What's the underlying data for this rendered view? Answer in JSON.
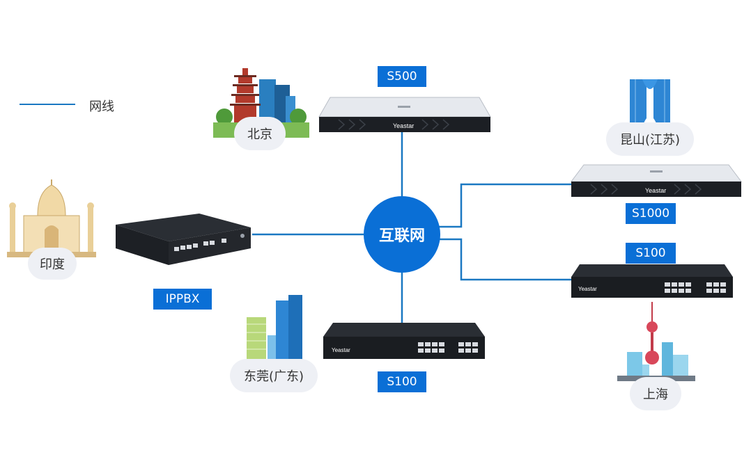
{
  "legend": {
    "label": "网线",
    "color": "#1a78c2"
  },
  "hub": {
    "label": "互联网",
    "color": "#0a6fd6"
  },
  "devices": {
    "s500": "S500",
    "s1000": "S1000",
    "s100_right": "S100",
    "ippbx": "IPPBX",
    "s100_bottom": "S100"
  },
  "cities": {
    "beijing": "北京",
    "kunshan": "昆山(江苏)",
    "india": "印度",
    "dongguan": "东莞(广东)",
    "shanghai": "上海"
  },
  "brand": "Yeastar",
  "colors": {
    "tag": "#0a6fd6",
    "city_bubble": "#eef0f5"
  },
  "icons": [
    "pagoda-skyline-icon",
    "twin-tower-icon",
    "taj-mahal-icon",
    "skyscraper-icon",
    "pearl-tower-icon"
  ]
}
